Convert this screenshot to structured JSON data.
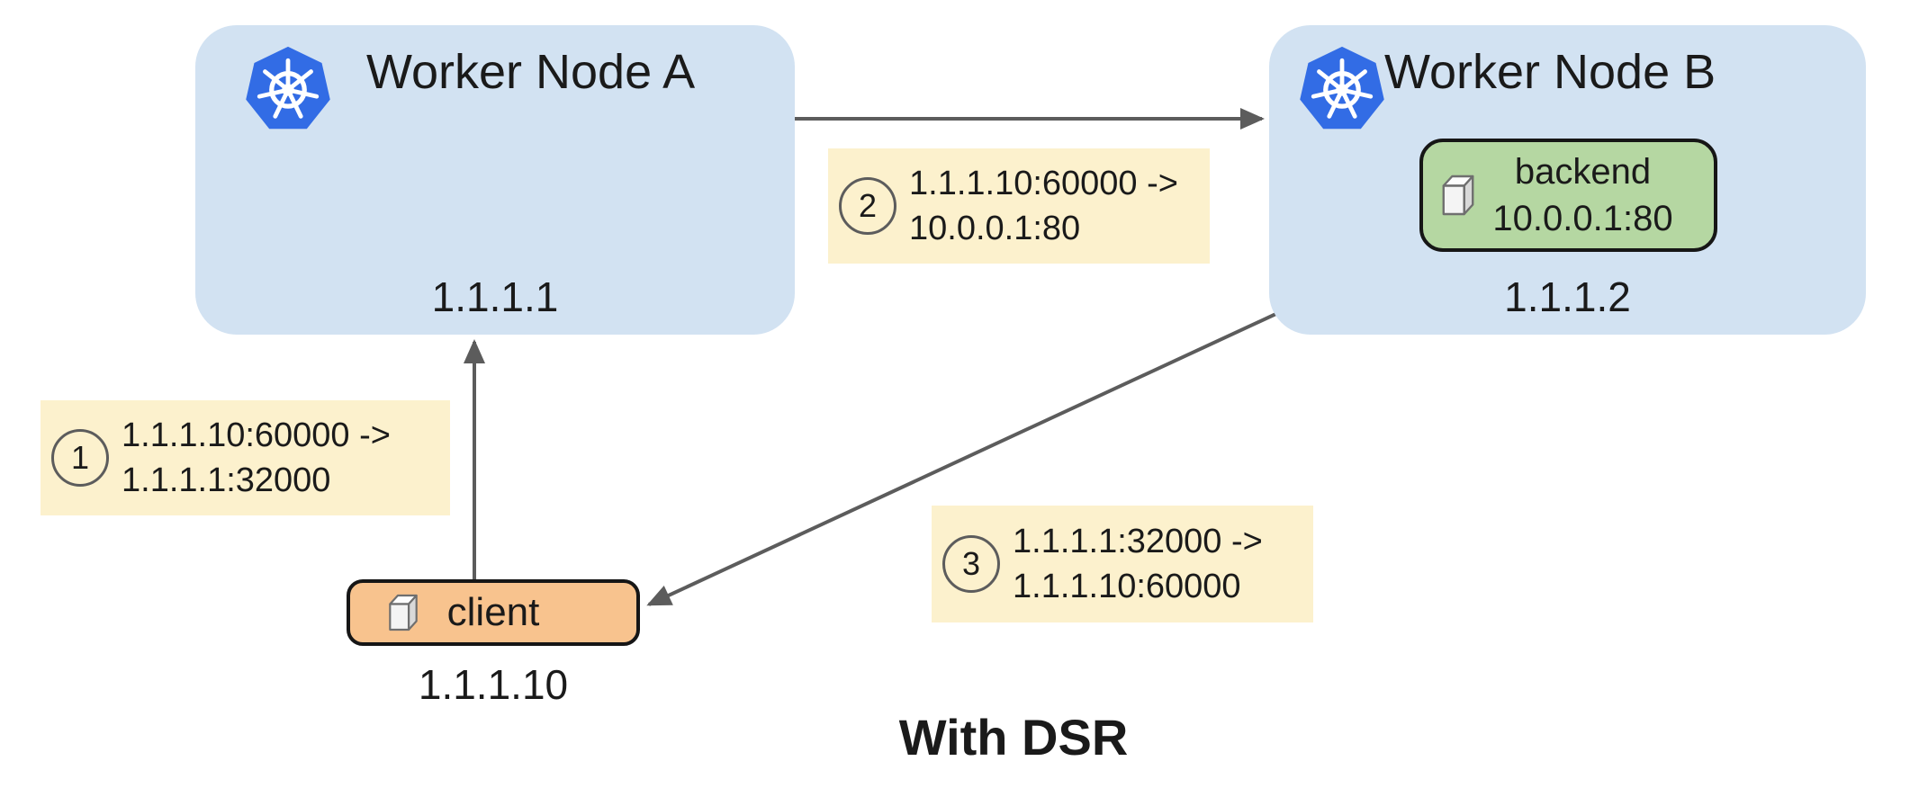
{
  "diagram_title": "With DSR",
  "colors": {
    "node_fill": "#d2e2f2",
    "backend_fill": "#b5d7a2",
    "client_fill": "#f8c38e",
    "flow_label_fill": "#fcf1cd",
    "k8s_blue": "#326ce5",
    "arrow_gray": "#5c5c5c",
    "border_black": "#161616",
    "text_black": "#1a1a1a"
  },
  "nodes": [
    {
      "title": "Worker Node A",
      "ip": "1.1.1.1",
      "icon": "kubernetes-logo"
    },
    {
      "title": "Worker Node B",
      "ip": "1.1.1.2",
      "icon": "kubernetes-logo"
    }
  ],
  "pods": {
    "backend": {
      "name": "backend",
      "address": "10.0.0.1:80",
      "icon": "pod-cube"
    },
    "client": {
      "name": "client",
      "ip": "1.1.1.10",
      "icon": "pod-cube"
    }
  },
  "flow_steps": [
    {
      "number": "1",
      "line1": "1.1.1.10:60000 ->",
      "line2": "1.1.1.1:32000"
    },
    {
      "number": "2",
      "line1": "1.1.1.10:60000 ->",
      "line2": "10.0.0.1:80"
    },
    {
      "number": "3",
      "line1": "1.1.1.1:32000 ->",
      "line2": "1.1.1.10:60000"
    }
  ],
  "arrows": [
    {
      "name": "client-to-worker-a"
    },
    {
      "name": "worker-a-to-worker-b"
    },
    {
      "name": "worker-b-to-client"
    }
  ]
}
